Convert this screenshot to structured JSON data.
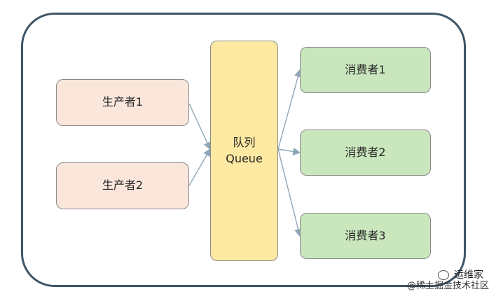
{
  "producers": [
    {
      "label": "生产者1"
    },
    {
      "label": "生产者2"
    }
  ],
  "queue": {
    "line1": "队列",
    "line2": "Queue"
  },
  "consumers": [
    {
      "label": "消费者1"
    },
    {
      "label": "消费者2"
    },
    {
      "label": "消费者3"
    }
  ],
  "watermark": {
    "account": "运维家",
    "source": "@稀土掘金技术社区"
  },
  "colors": {
    "producer_fill": "#fbe6dc",
    "consumer_fill": "#c9e6bd",
    "queue_fill": "#fde9a2",
    "frame_border": "#3f5566",
    "arrow": "#8fa6b6"
  }
}
